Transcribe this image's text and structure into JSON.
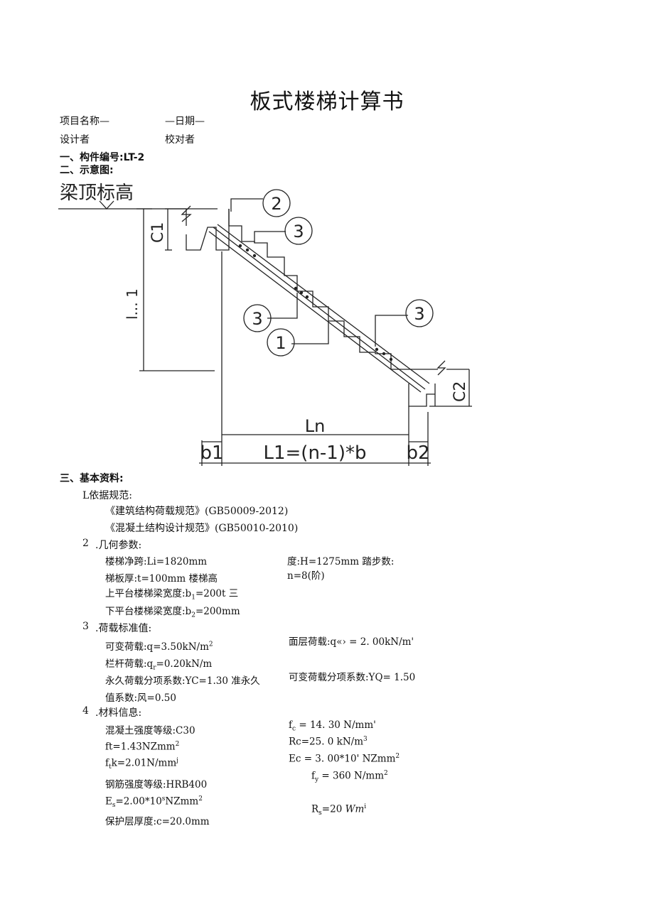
{
  "title": "板式楼梯计算书",
  "header": {
    "project": "项目名称—",
    "date": "—日期—",
    "designer": "设计者",
    "checker": "校对者"
  },
  "section1": "一、构件编号:LT-2",
  "section2": "二、示意图:",
  "diagram": {
    "beam_top_label": "梁顶标高",
    "circles": [
      "2",
      "3",
      "3",
      "1",
      "3"
    ],
    "c1": "C1",
    "c2": "C2",
    "ln": "Ln",
    "b1": "b1",
    "b2": "b2",
    "l1": "L1=(n-1)*b",
    "h_label": "l... 1"
  },
  "section3": "三、基本资料:",
  "basis": {
    "heading": "L依据规范:",
    "code1": "《建筑结构荷载规范》(GB50009-2012)",
    "code2": "《混凝土结构设计规范》(GB50010-2010)"
  },
  "geometry": {
    "num": "2",
    "heading": ".几何参数:",
    "span": "楼梯净跨:Li=1820mm",
    "height": "度:H=1275mm 踏步数:",
    "thick": "梯板厚:t=100mm 楼梯高",
    "steps": "n=8(阶)",
    "b1_prefix": "上平台楼梯梁宽度:b",
    "b1_sub": "1",
    "b1_suffix": "=200t 三",
    "b2_prefix": "下平台楼梯梁宽度:b",
    "b2_sub": "2",
    "b2_suffix": "=200mm"
  },
  "loads": {
    "num": "3",
    "heading": ".荷载标准值:",
    "variable_prefix": "可变荷载:q=3.50kN/m",
    "variable_sup": "2",
    "surface": "面层荷载:q«› = 2. 00kN/m'",
    "rail_prefix": "栏杆荷载:q",
    "rail_sub": "r",
    "rail_suffix": "=0.20kN/m",
    "perm_factor": "永久荷载分项系数:YC=1.30 准永久",
    "var_factor": "可变荷载分项系数:YQ= 1.50",
    "quasi": "值系数:风=0.50"
  },
  "materials": {
    "num": "4",
    "heading": ".材料信息:",
    "concrete": "混凝土强度等级:C30",
    "fc_prefix": "f",
    "fc_sub": "c",
    "fc_suffix": " = 14. 30 N/mm'",
    "ft_prefix": "ft=1.43NZmm",
    "ft_sup": "2",
    "rc_prefix": "Rc=25. 0 kN/m",
    "rc_sup": "3",
    "ftk_prefix": "f",
    "ftk_sub": "t",
    "ftk_suffix": "k=2.01N/mm",
    "ftk_sup": "j",
    "ec_prefix": "Ec = 3. 00*10' NZmm",
    "ec_sup": "2",
    "fy_prefix": "f",
    "fy_sub": "y",
    "fy_suffix": " = 360 N/mm",
    "fy_sup": "2",
    "steel": "钢筋强度等级:HRB400",
    "es_prefix": "E",
    "es_sub": "s",
    "es_suffix": "=2.00*10",
    "es_sup1": "s",
    "es_suffix2": "NZmm",
    "es_sup2": "2",
    "rs_prefix": "R",
    "rs_sub": "s",
    "rs_suffix": "=20 ",
    "rs_italic": "Wm",
    "rs_sup": "i",
    "cover": "保护层厚度:c=20.0mm"
  }
}
